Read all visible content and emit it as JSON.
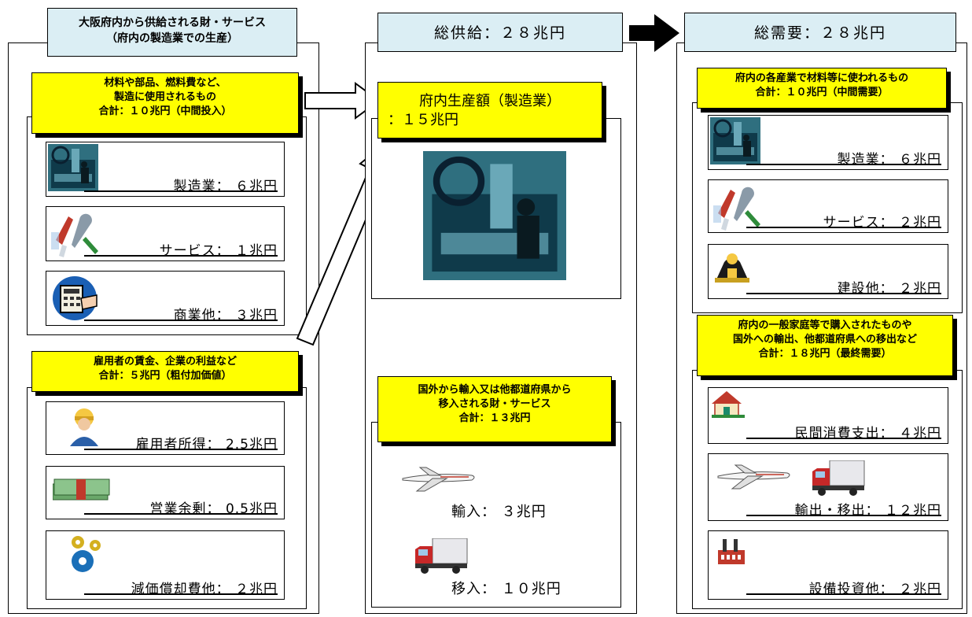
{
  "left": {
    "header_line1": "大阪府内から供給される財・サービス",
    "header_line2": "（府内の製造業での生産）",
    "intermediate": {
      "line1": "材料や部品、燃料費など、",
      "line2": "製造に使用されるもの",
      "line3": "合計：１０兆円（中間投入）",
      "items": [
        {
          "label": "製造業：  ６兆円",
          "icon": "factory-machine-icon"
        },
        {
          "label": "サービス：  １兆円",
          "icon": "tools-icon"
        },
        {
          "label": "商業他：  ３兆円",
          "icon": "calculator-icon"
        }
      ]
    },
    "value_added": {
      "line1": "雇用者の賃金、企業の利益など",
      "line2": "合計：５兆円（粗付加価値）",
      "items": [
        {
          "label": "雇用者所得：  2.5兆円",
          "icon": "worker-icon"
        },
        {
          "label": "営業余剰：  0.5兆円",
          "icon": "money-icon"
        },
        {
          "label": "減価償却費他：  ２兆円",
          "icon": "gears-icon"
        }
      ]
    }
  },
  "middle": {
    "header": "総供給：２８兆円",
    "production_line1": "府内生産額（製造業）",
    "production_line2": "：１５兆円",
    "imports": {
      "line1": "国外から輸入又は他都道府県から",
      "line2": "移入される財・サービス",
      "line3": "合計：１３兆円",
      "items": [
        {
          "label": "輸入：  ３兆円",
          "icon": "airplane-icon"
        },
        {
          "label": "移入：  １０兆円",
          "icon": "truck-icon"
        }
      ]
    }
  },
  "right": {
    "header": "総需要：２８兆円",
    "intermediate_demand": {
      "line1": "府内の各産業で材料等に使われるもの",
      "line2": "合計：１０兆円（中間需要）",
      "items": [
        {
          "label": "製造業：  ６兆円",
          "icon": "factory-machine-icon"
        },
        {
          "label": "サービス：  ２兆円",
          "icon": "tools-icon"
        },
        {
          "label": "建設他：  ２兆円",
          "icon": "construction-worker-icon"
        }
      ]
    },
    "final_demand": {
      "line1": "府内の一般家庭等で購入されたものや",
      "line2": "国外への輸出、他都道府県への移出など",
      "line3": "合計：１８兆円（最終需要）",
      "items": [
        {
          "label": "民間消費支出：  ４兆円",
          "icon": "house-icon"
        },
        {
          "label": "輸出・移出：  １２兆円",
          "icon": "airplane-truck-icon"
        },
        {
          "label": "設備投資他：  ２兆円",
          "icon": "factory-icon"
        }
      ]
    }
  }
}
